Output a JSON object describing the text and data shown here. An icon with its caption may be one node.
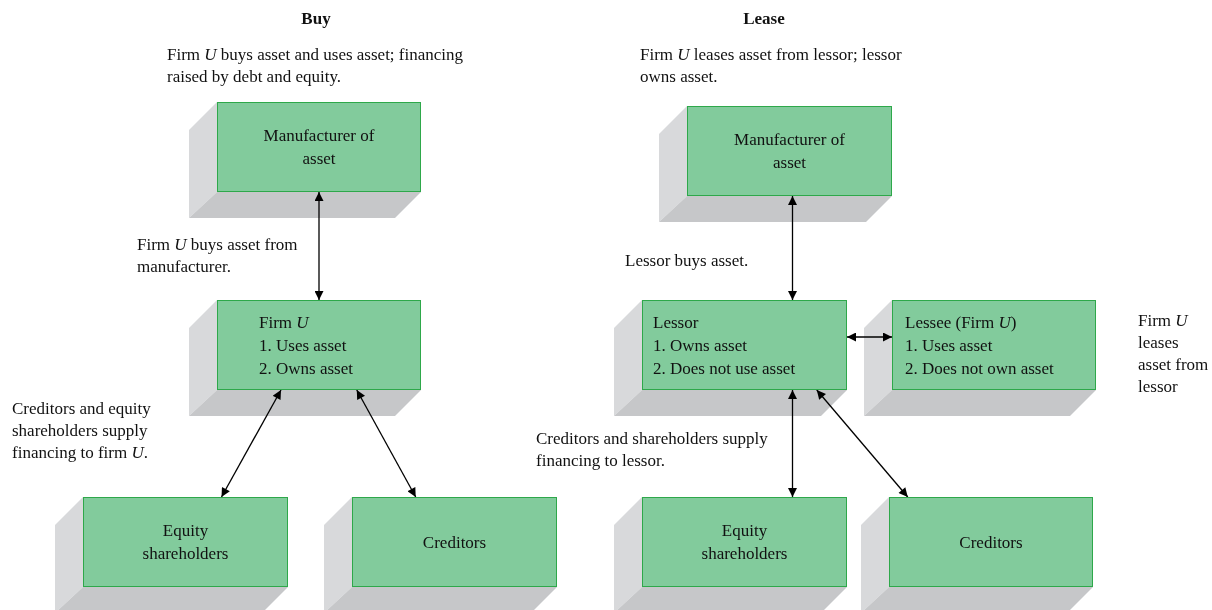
{
  "diagram": {
    "nodes": [
      {
        "text": [
          "Manufacturer of asset"
        ]
      },
      {
        "text": [
          "Firm *U*",
          "1. Uses asset",
          "2. Owns asset"
        ]
      },
      {
        "text": [
          "Equity shareholders"
        ]
      },
      {
        "text": [
          "Creditors"
        ]
      },
      {
        "text": [
          "Manufacturer of asset"
        ]
      },
      {
        "text": [
          "Lessor",
          "1. Owns asset",
          "2. Does not use asset"
        ]
      },
      {
        "text": [
          "Lessee (Firm *U*)",
          "1. Uses asset",
          "2. Does not own asset"
        ],
        "beside": [
          "Firm *U* leases asset from lessor"
        ]
      },
      {
        "text": [
          "Equity shareholders"
        ]
      },
      {
        "text": [
          "Creditors"
        ]
      }
    ],
    "edges": [
      {
        "from": 0,
        "to": 1,
        "arrow": "both",
        "label": "Firm *U* buys asset from manufacturer."
      },
      {
        "from": 1,
        "to": 2,
        "arrow": "both"
      },
      {
        "from": 1,
        "to": 3,
        "arrow": "both"
      },
      {
        "from": 4,
        "to": 5,
        "arrow": "both",
        "label": "Lessor buys asset."
      },
      {
        "from": 5,
        "to": 6,
        "arrow": "both"
      },
      {
        "from": 5,
        "to": 7,
        "arrow": "both"
      },
      {
        "from": 5,
        "to": 8,
        "arrow": "both"
      }
    ],
    "labels": [
      "Buy",
      "Firm *U* buys asset and uses asset; financing raised by debt and equity.",
      "Creditors and equity shareholders supply financing to firm *U*.",
      "Lease",
      "Firm *U* leases asset from lessor; lessor owns asset.",
      "Creditors and shareholders supply financing to lessor."
    ]
  }
}
